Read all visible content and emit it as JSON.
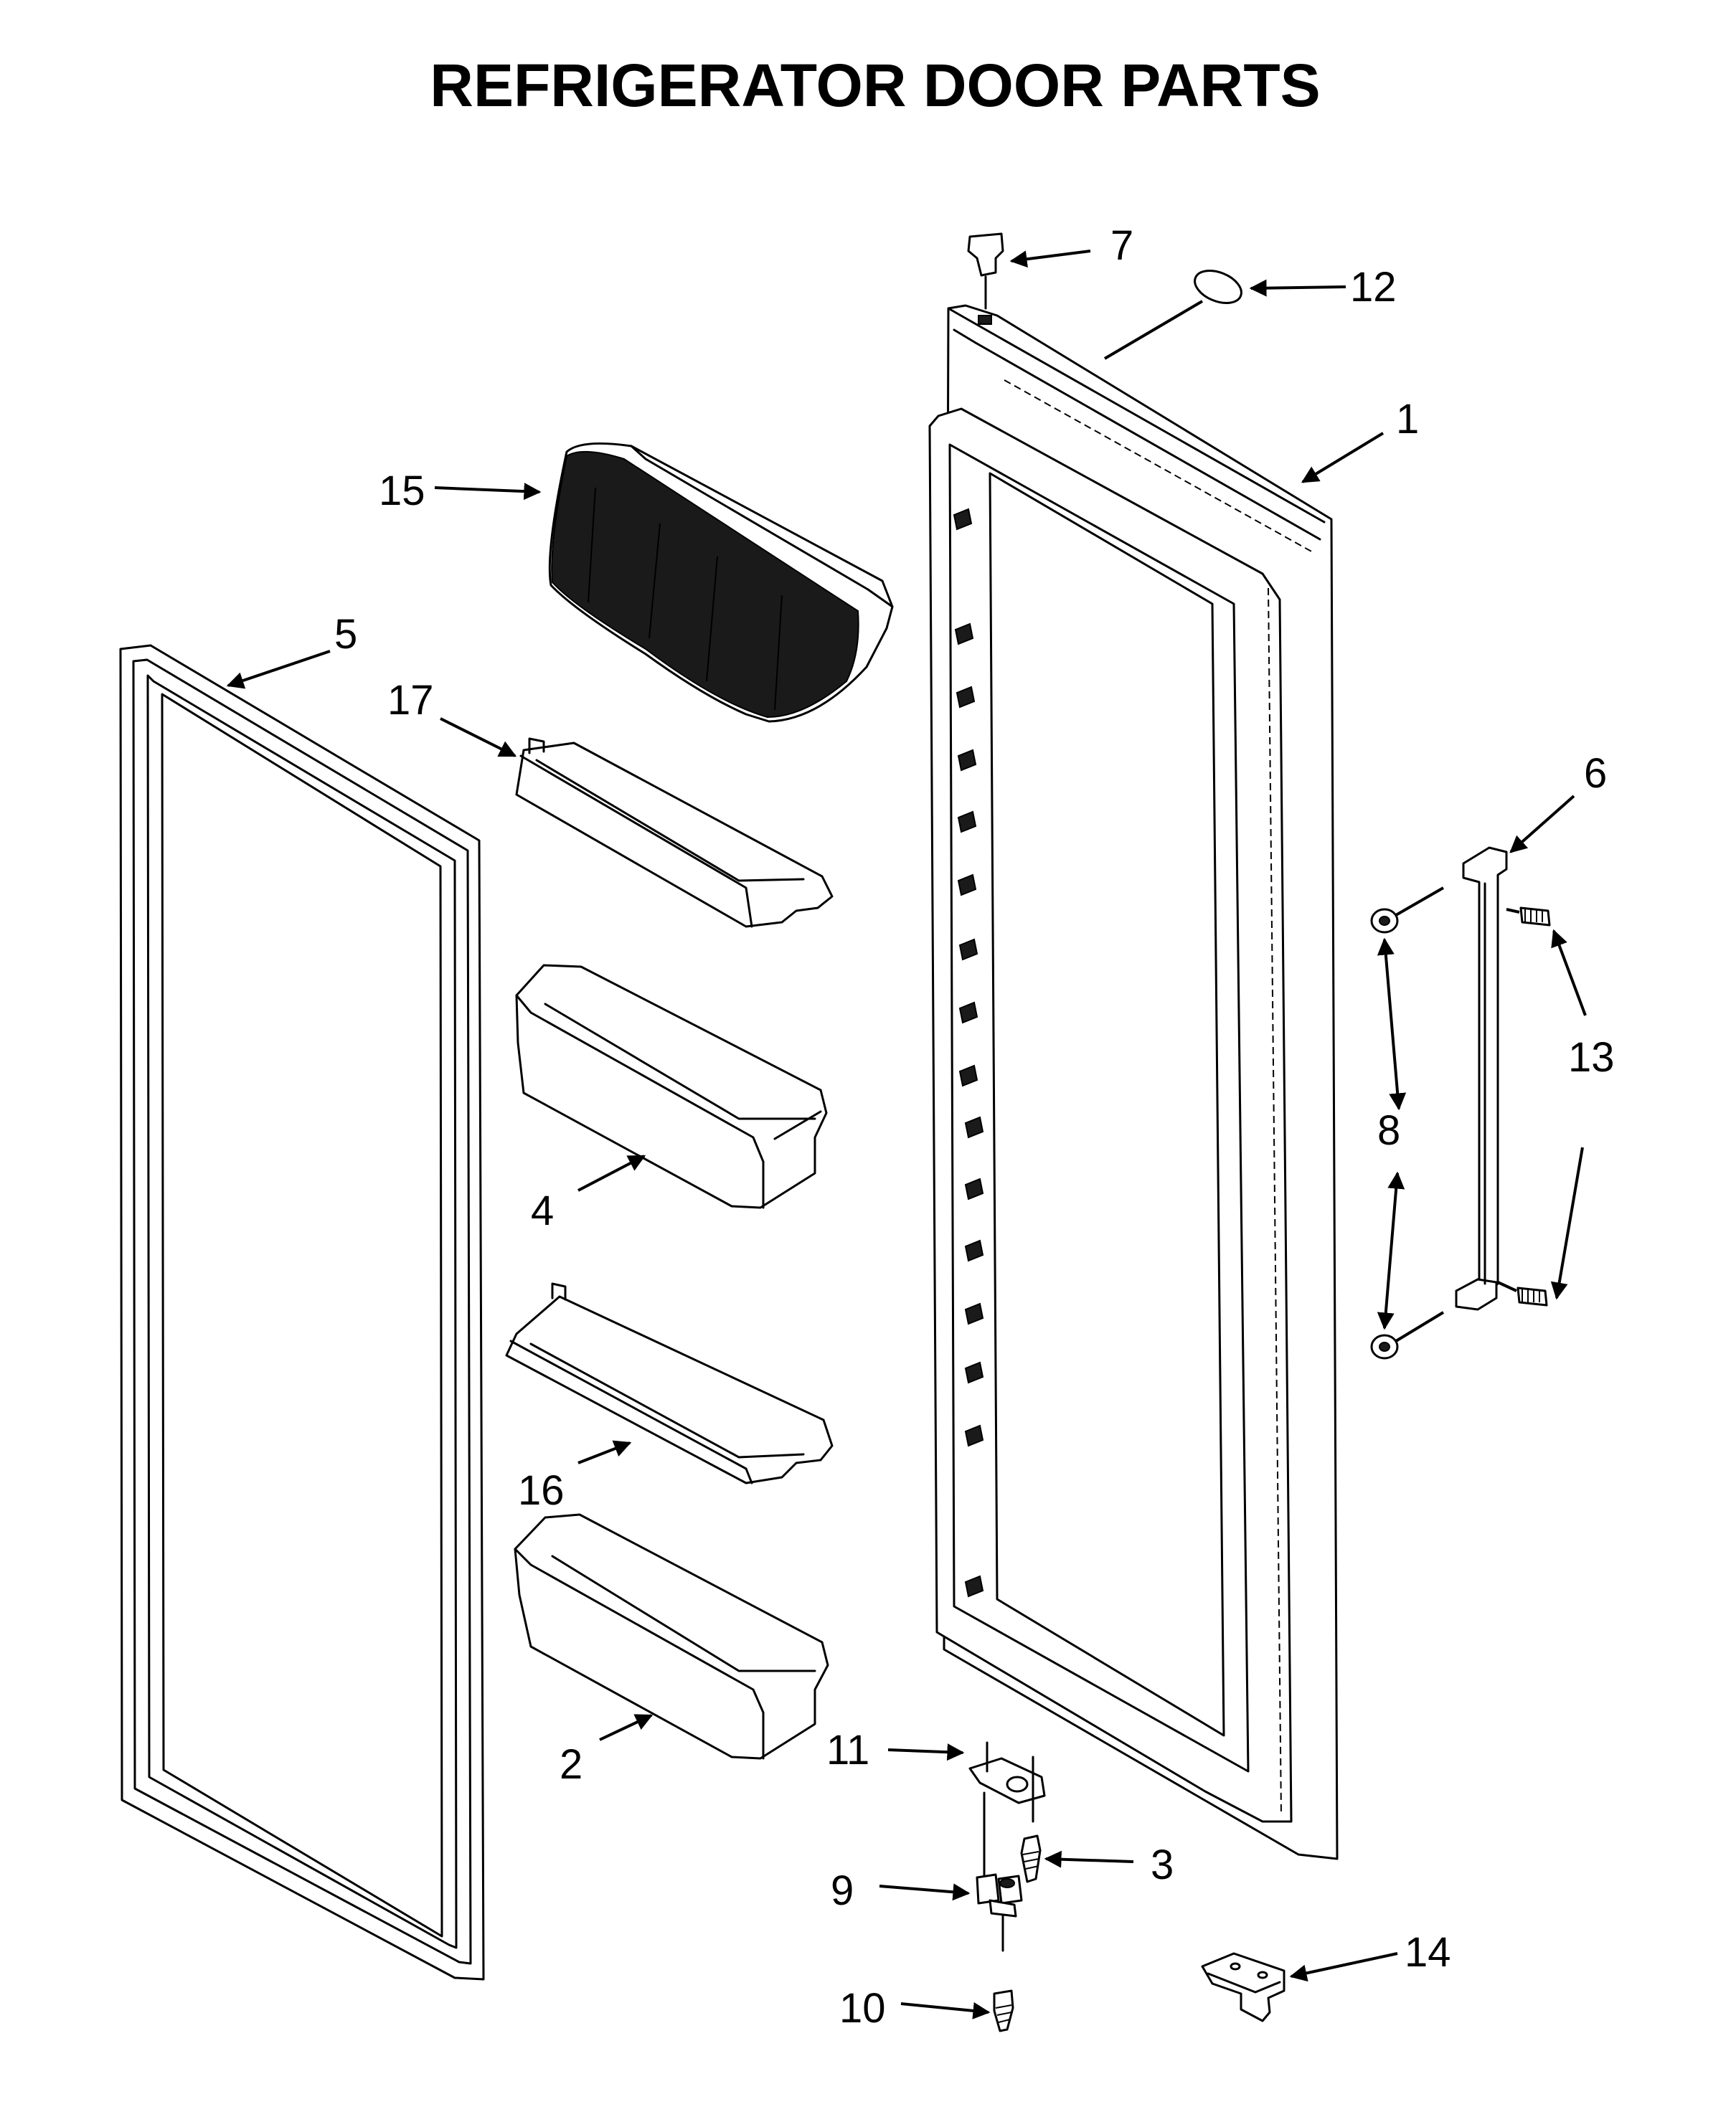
{
  "title": "REFRIGERATOR DOOR PARTS",
  "callouts": [
    {
      "id": "c1",
      "label": "1"
    },
    {
      "id": "c2",
      "label": "2"
    },
    {
      "id": "c3",
      "label": "3"
    },
    {
      "id": "c4",
      "label": "4"
    },
    {
      "id": "c5",
      "label": "5"
    },
    {
      "id": "c6",
      "label": "6"
    },
    {
      "id": "c7",
      "label": "7"
    },
    {
      "id": "c8",
      "label": "8"
    },
    {
      "id": "c9",
      "label": "9"
    },
    {
      "id": "c10",
      "label": "10"
    },
    {
      "id": "c11",
      "label": "11"
    },
    {
      "id": "c12",
      "label": "12"
    },
    {
      "id": "c13",
      "label": "13"
    },
    {
      "id": "c14",
      "label": "14"
    },
    {
      "id": "c15",
      "label": "15"
    },
    {
      "id": "c16",
      "label": "16"
    },
    {
      "id": "c17",
      "label": "17"
    }
  ]
}
